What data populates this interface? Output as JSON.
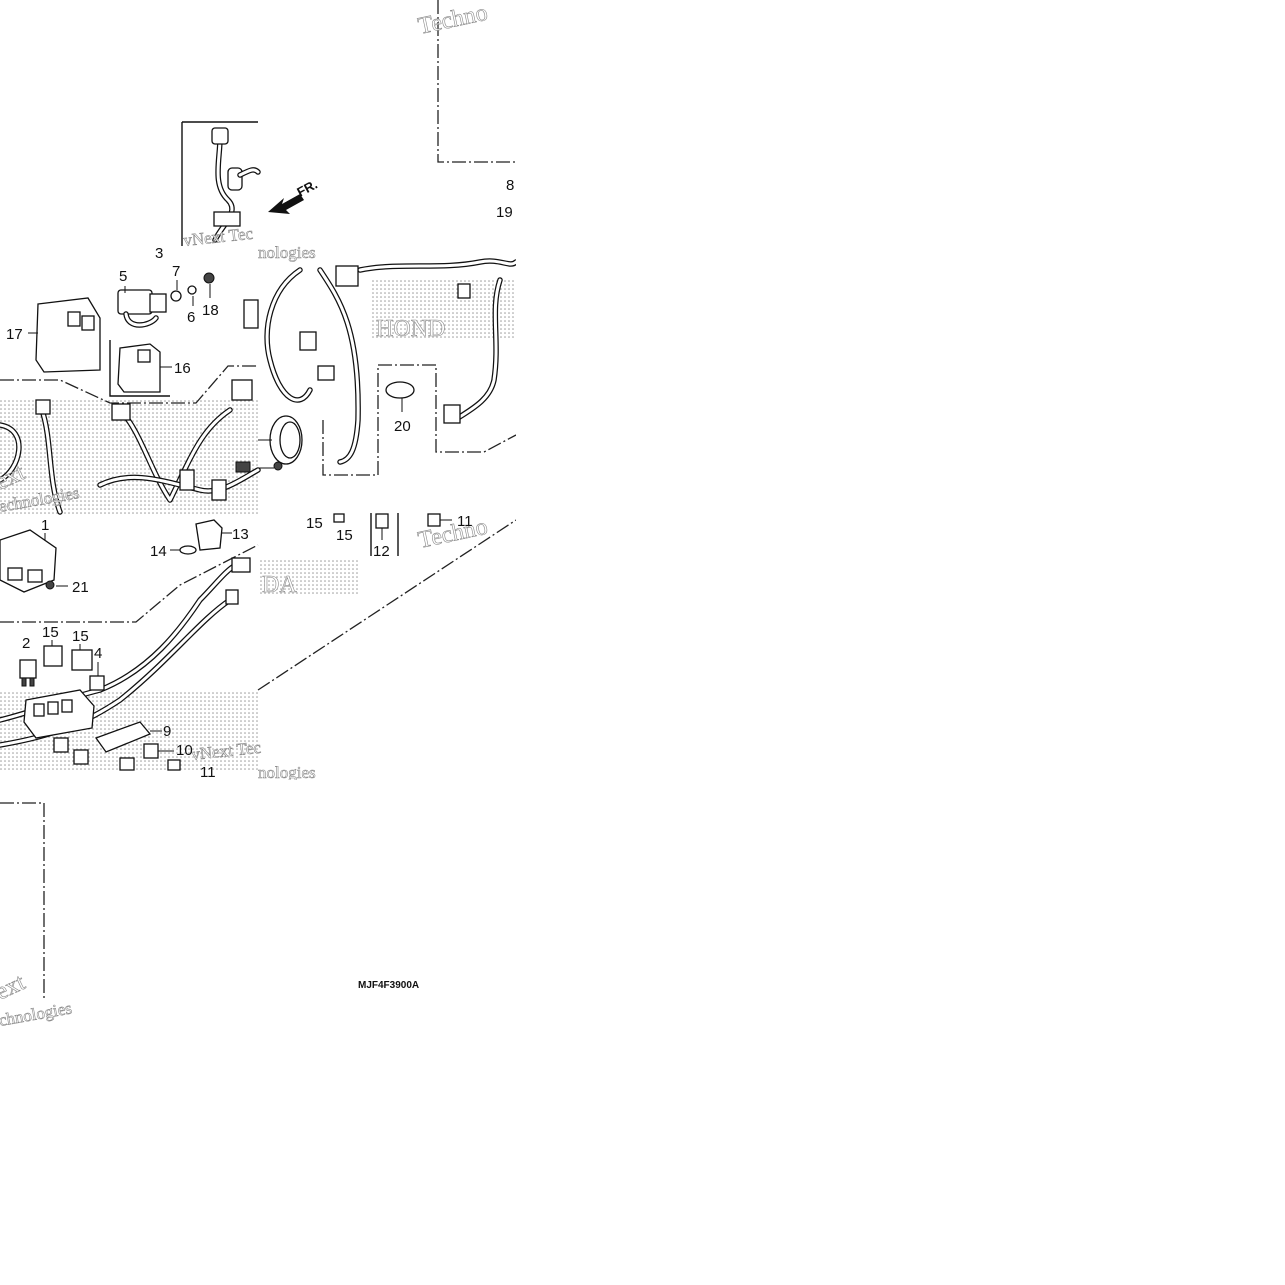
{
  "diagram": {
    "code": "MJF4F3900A",
    "direction_label": "FR.",
    "callouts": {
      "c1": "1",
      "c2": "2",
      "c3": "3",
      "c4": "4",
      "c5": "5",
      "c6": "6",
      "c7": "7",
      "c8": "8",
      "c9": "9",
      "c10": "10",
      "c11": "11",
      "c11b": "11",
      "c12": "12",
      "c13": "13",
      "c14": "14",
      "c15a": "15",
      "c15b": "15",
      "c15c": "15",
      "c15d": "15",
      "c16": "16",
      "c17": "17",
      "c18": "18",
      "c19": "19",
      "c20": "20",
      "c21": "21"
    },
    "watermarks": {
      "w1": "Techno",
      "w2": "vNext Tec",
      "w3": "nologies",
      "w4": "Techno",
      "w5": "ext",
      "w6": "echnologies",
      "w7": "vNext Tec",
      "w8": "nologies",
      "w9": "ext",
      "w10": "chnologies",
      "w11": "HOND",
      "w12": "DA"
    }
  }
}
